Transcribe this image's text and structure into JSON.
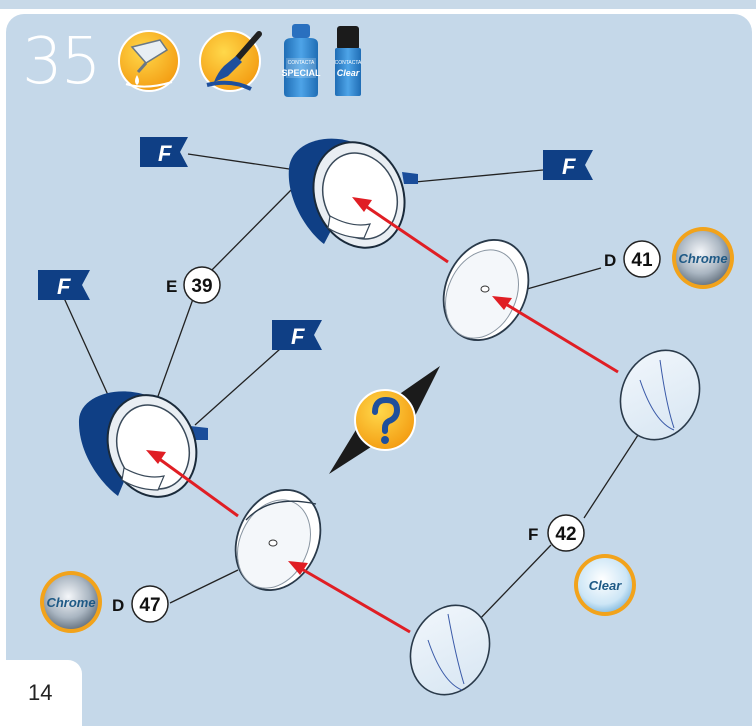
{
  "step": {
    "number": "35"
  },
  "page": {
    "number": "14"
  },
  "products": {
    "special": {
      "brand": "CONTACTA",
      "name": "SPECIAL",
      "color": "#2c7ec4"
    },
    "clear": {
      "brand": "CONTACTA",
      "name": "Clear",
      "color": "#2c7ec4"
    }
  },
  "flags": {
    "label": "F"
  },
  "callouts": {
    "e39": {
      "letter": "E",
      "number": "39"
    },
    "d41": {
      "letter": "D",
      "number": "41"
    },
    "d47": {
      "letter": "D",
      "number": "47"
    },
    "f42": {
      "letter": "F",
      "number": "42"
    }
  },
  "badges": {
    "chrome": "Chrome",
    "clear": "Clear"
  },
  "colors": {
    "panel": "#c5d8e9",
    "navy": "#0f3f85",
    "arrow": "#e01e24",
    "icon_orange": "#f7a81b"
  }
}
